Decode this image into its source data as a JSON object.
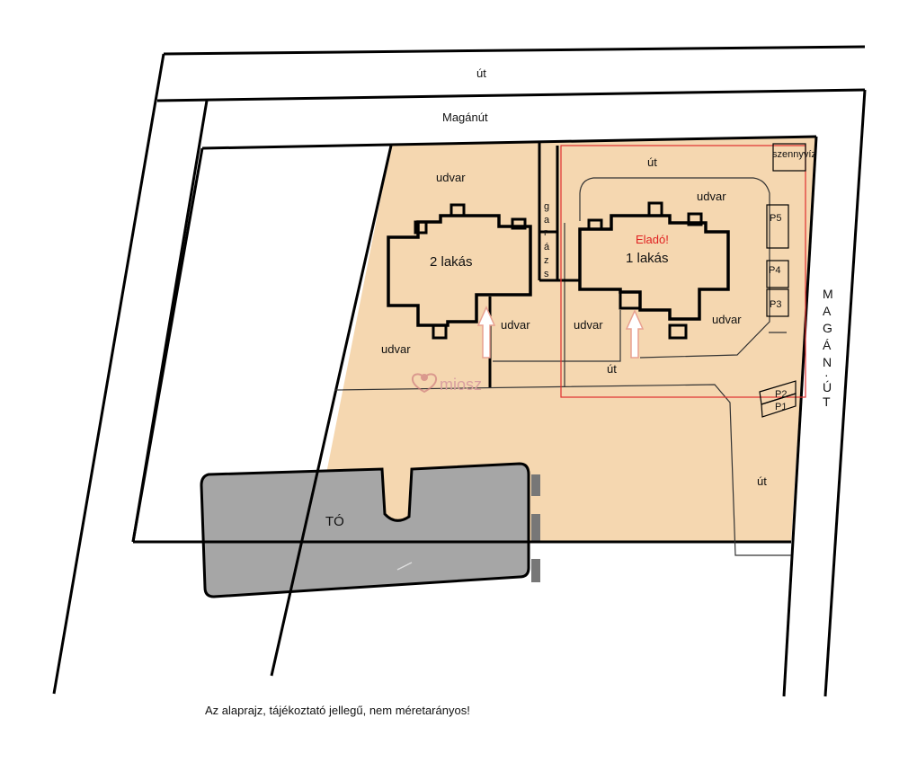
{
  "labels": {
    "road_top": "út",
    "private_road": "Magánút",
    "road_upper_right": "út",
    "sewer": "szennyvíz",
    "yard_left_top": "udvar",
    "yard_right_top": "udvar",
    "garage": [
      "g",
      "a",
      "r",
      "á",
      "z",
      "s"
    ],
    "apt2": "2 lakás",
    "apt1": "1 lakás",
    "for_sale": "Eladó!",
    "yard_center_left": "udvar",
    "yard_center_right": "udvar",
    "yard_right_bottom": "udvar",
    "yard_left_bottom": "udvar",
    "road_inner": "út",
    "road_right_lower": "út",
    "pond": "TÓ",
    "parking": [
      "P5",
      "P4",
      "P3",
      "P2",
      "P1"
    ],
    "private_road_vertical": [
      "M",
      "A",
      "G",
      "Á",
      "N",
      "·",
      "Ú",
      "T"
    ],
    "watermark": "miosz",
    "disclaimer": "Az alaprajz, tájékoztató jellegű, nem méretarányos!"
  },
  "colors": {
    "plot": "#f5d7b0",
    "pond": "#a6a6a6",
    "line": "#000000",
    "highlight": "#e03030",
    "arrow_fill": "#ffffff",
    "arrow_stroke": "#e8a090"
  },
  "icons": {
    "entrance_arrow": "up-arrow-icon",
    "watermark_logo": "heart-logo-icon"
  }
}
